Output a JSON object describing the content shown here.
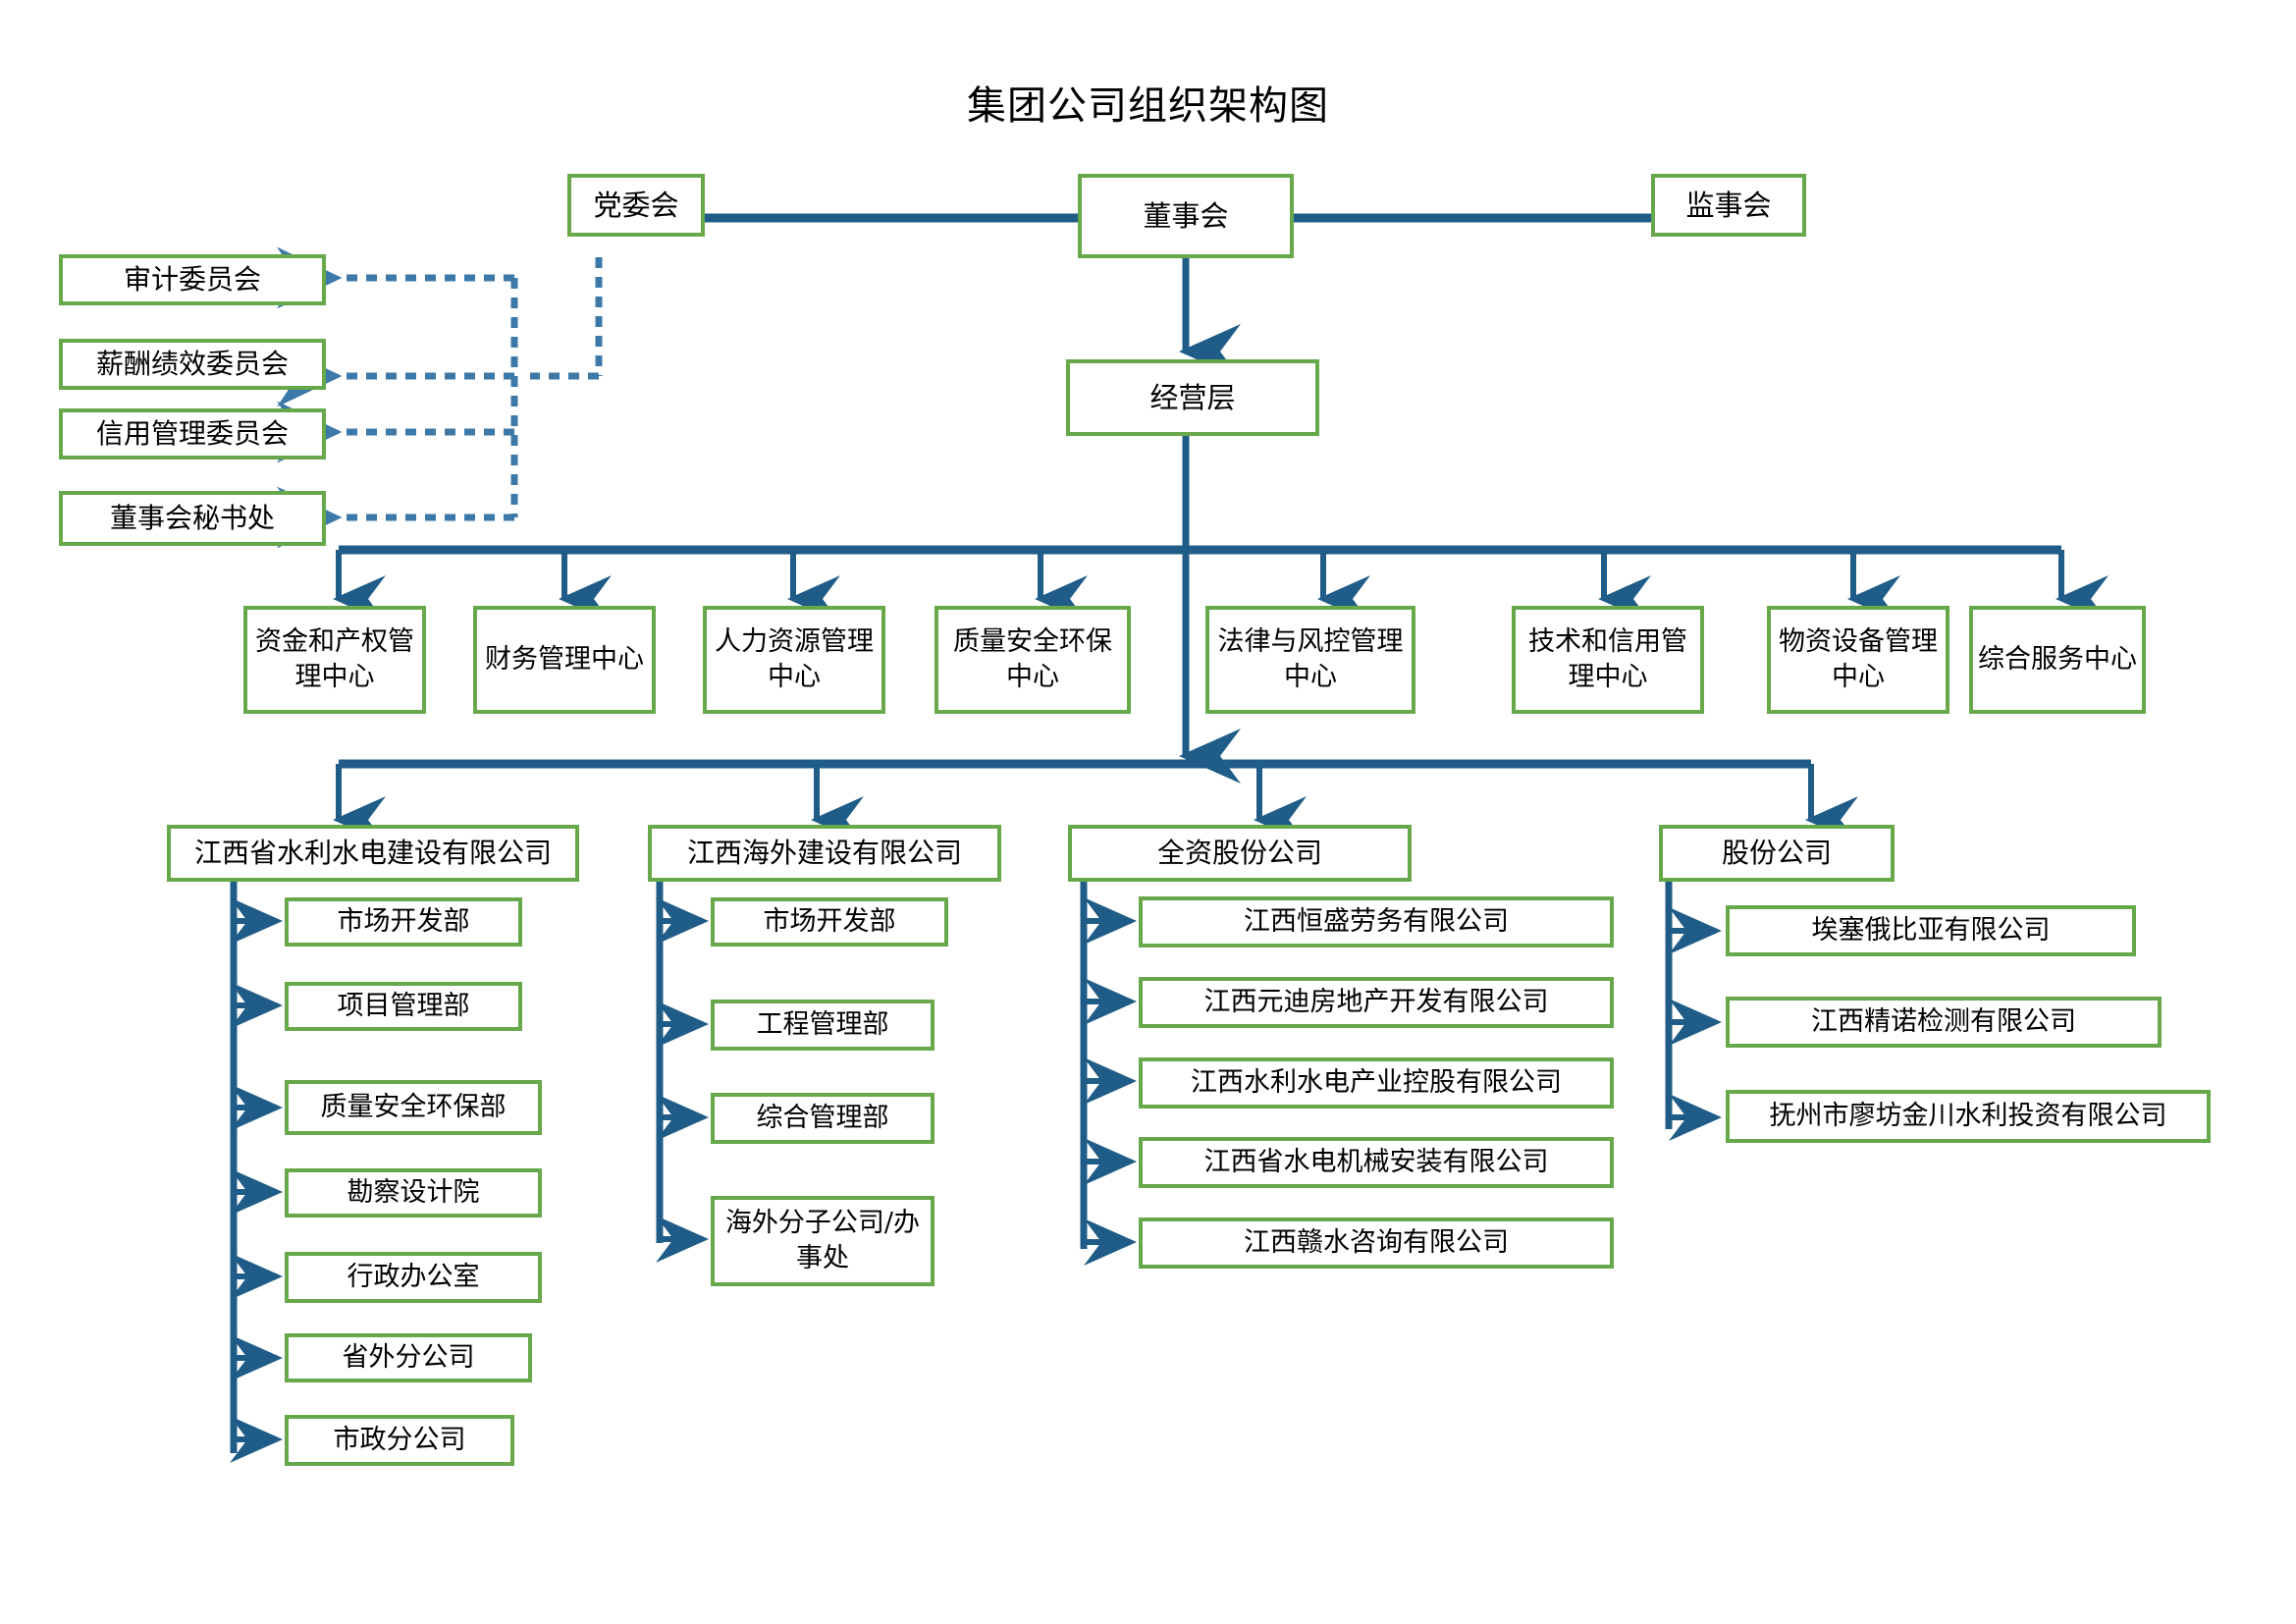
{
  "title": "集团公司组织架构图",
  "colors": {
    "box_border": "#66A84A",
    "connector": "#1F5C87",
    "dotted_connector": "#3C78A8",
    "background": "#FFFFFF",
    "text": "#000000"
  },
  "governance": {
    "party_committee": "党委会",
    "board_of_directors": "董事会",
    "board_of_supervisors": "监事会",
    "management": "经营层"
  },
  "committees": [
    {
      "label": "审计委员会"
    },
    {
      "label": "薪酬绩效委员会"
    },
    {
      "label": "信用管理委员会"
    },
    {
      "label": "董事会秘书处"
    }
  ],
  "centers": [
    {
      "label": "资金和产权管理中心"
    },
    {
      "label": "财务管理中心"
    },
    {
      "label": "人力资源管理中心"
    },
    {
      "label": "质量安全环保中心"
    },
    {
      "label": "法律与风控管理中心"
    },
    {
      "label": "技术和信用管理中心"
    },
    {
      "label": "物资设备管理中心"
    },
    {
      "label": "综合服务中心"
    }
  ],
  "subsidiaries": [
    {
      "label": "江西省水利水电建设有限公司",
      "children": [
        {
          "label": "市场开发部"
        },
        {
          "label": "项目管理部"
        },
        {
          "label": "质量安全环保部"
        },
        {
          "label": "勘察设计院"
        },
        {
          "label": "行政办公室"
        },
        {
          "label": "省外分公司"
        },
        {
          "label": "市政分公司"
        }
      ]
    },
    {
      "label": "江西海外建设有限公司",
      "children": [
        {
          "label": "市场开发部"
        },
        {
          "label": "工程管理部"
        },
        {
          "label": "综合管理部"
        },
        {
          "label": "海外分子公司/办事处"
        }
      ]
    },
    {
      "label": "全资股份公司",
      "children": [
        {
          "label": "江西恒盛劳务有限公司"
        },
        {
          "label": "江西元迪房地产开发有限公司"
        },
        {
          "label": "江西水利水电产业控股有限公司"
        },
        {
          "label": "江西省水电机械安装有限公司"
        },
        {
          "label": "江西赣水咨询有限公司"
        }
      ]
    },
    {
      "label": "股份公司",
      "children": [
        {
          "label": "埃塞俄比亚有限公司"
        },
        {
          "label": "江西精诺检测有限公司"
        },
        {
          "label": "抚州市廖坊金川水利投资有限公司"
        }
      ]
    }
  ]
}
